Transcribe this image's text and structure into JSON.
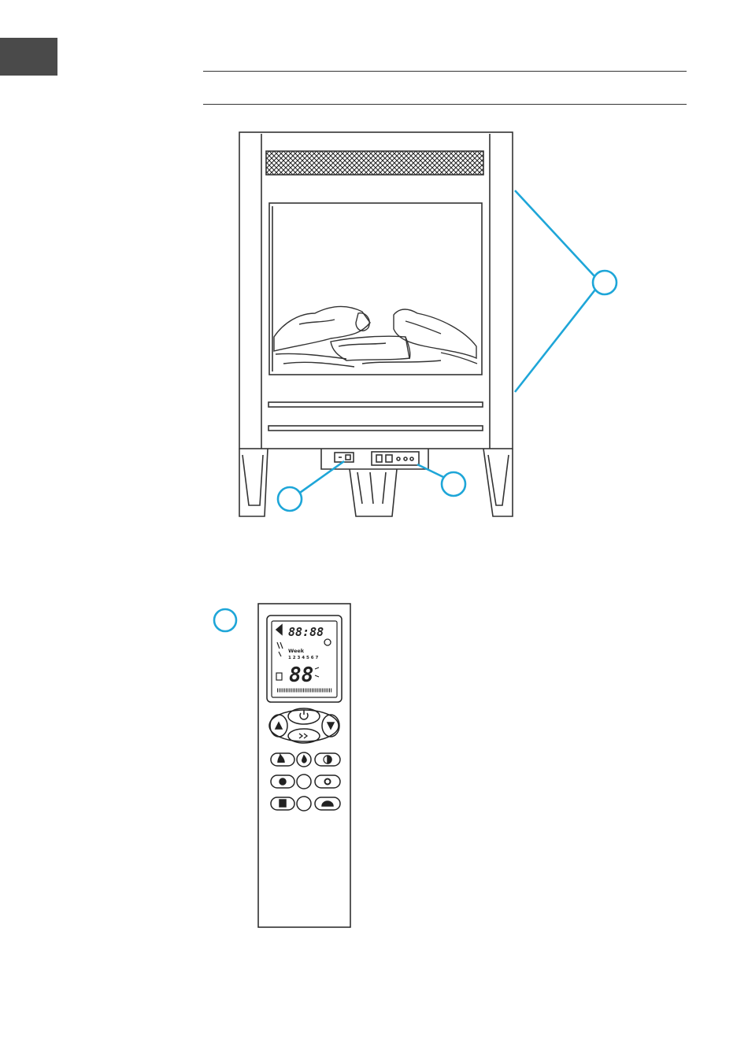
{
  "page": {
    "tab_color": "#4a4a4a",
    "callout_color": "#1ea6d8",
    "line_color": "#333333"
  },
  "fireplace": {
    "icon": "electric-fireplace-heater"
  },
  "callouts": [
    {
      "id": "housing",
      "label": ""
    },
    {
      "id": "power-switch",
      "label": ""
    },
    {
      "id": "control-panel",
      "label": ""
    },
    {
      "id": "remote",
      "label": ""
    }
  ],
  "remote": {
    "lcd": {
      "time": "88:88",
      "temp": "88",
      "week_label": "Week",
      "week_days": "1 2 3 4 5 6 7"
    },
    "button_icons": [
      "up-arrow-icon",
      "power-icon",
      "down-arrow-icon",
      "forward-icon",
      "flame-icon",
      "drop-icon",
      "half-circle-icon",
      "timer-icon",
      "blank",
      "gear-icon",
      "thermostat-icon",
      "blank",
      "dome-icon"
    ]
  }
}
